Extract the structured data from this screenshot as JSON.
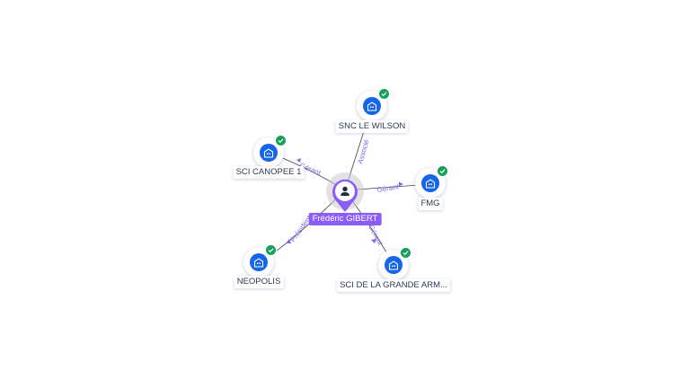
{
  "center": {
    "name": "Frédéric GIBERT",
    "icon": "person-icon",
    "color": "#8b5cf6"
  },
  "companies": [
    {
      "id": "snc-le-wilson",
      "name": "SNC LE WILSON",
      "icon": "building-icon",
      "status": "verified-check-icon",
      "relation": "Associé"
    },
    {
      "id": "sci-canopee-1",
      "name": "SCI CANOPEE 1",
      "icon": "building-icon",
      "status": "verified-check-icon",
      "relation": "Gérant"
    },
    {
      "id": "fmg",
      "name": "FMG",
      "icon": "building-icon",
      "status": "verified-check-icon",
      "relation": "Gérant"
    },
    {
      "id": "neopolis",
      "name": "NEOPOLIS",
      "icon": "building-icon",
      "status": "verified-check-icon",
      "relation": "Président"
    },
    {
      "id": "sci-de-la-grande-arm",
      "name": "SCI DE LA GRANDE ARM...",
      "icon": "building-icon",
      "status": "verified-check-icon",
      "relation": "Gérant"
    }
  ],
  "colors": {
    "company": "#1565e8",
    "verified": "#16a05a",
    "edge_label": "#7b6be0"
  }
}
